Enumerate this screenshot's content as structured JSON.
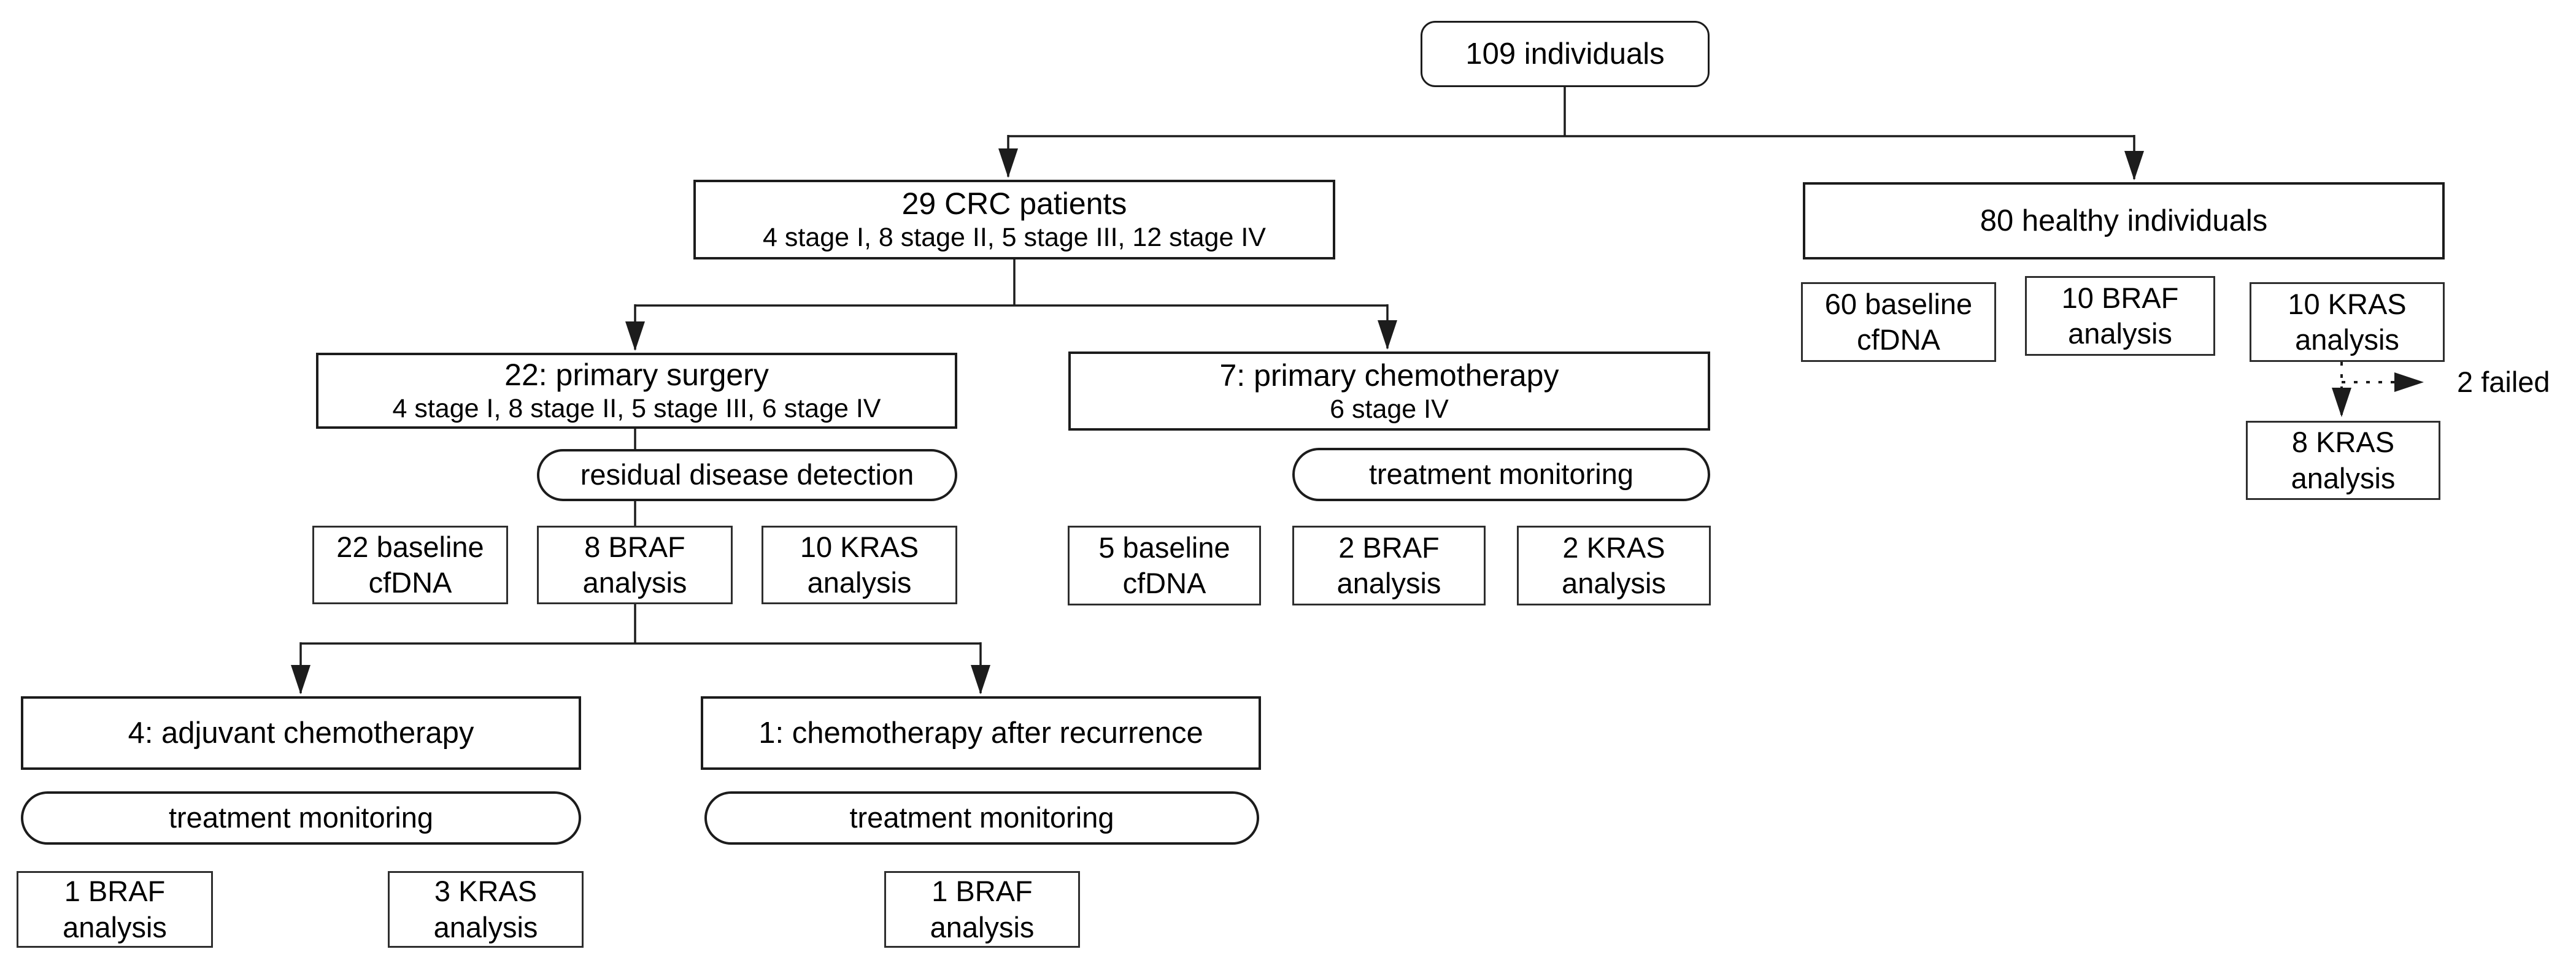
{
  "title": "Patient cohort flow diagram",
  "colors": {
    "background": "#ffffff",
    "line": "#1c1c1c",
    "box_border": "#1c1c1c",
    "text": "#000000"
  },
  "nodes": {
    "individuals": {
      "label": "109 individuals"
    },
    "crc_patients": {
      "title": "29 CRC patients",
      "subtitle": "4 stage I, 8 stage II, 5 stage III, 12 stage IV"
    },
    "healthy": {
      "title": "80 healthy individuals"
    },
    "primary_surgery": {
      "title": "22: primary surgery",
      "subtitle": "4 stage I, 8 stage II, 5 stage III, 6 stage IV"
    },
    "primary_chemo": {
      "title": "7: primary chemotherapy",
      "subtitle": "6 stage IV"
    },
    "residual_detection": {
      "label": "residual disease detection"
    },
    "chemo_monitoring": {
      "label": "treatment monitoring"
    },
    "surgery_baseline": {
      "line1": "22 baseline",
      "line2": "cfDNA"
    },
    "surgery_braf": {
      "line1": "8 BRAF",
      "line2": "analysis"
    },
    "surgery_kras": {
      "line1": "10 KRAS",
      "line2": "analysis"
    },
    "chemo_baseline": {
      "line1": "5 baseline",
      "line2": "cfDNA"
    },
    "chemo_braf": {
      "line1": "2 BRAF",
      "line2": "analysis"
    },
    "chemo_kras": {
      "line1": "2 KRAS",
      "line2": "analysis"
    },
    "healthy_baseline": {
      "line1": "60 baseline",
      "line2": "cfDNA"
    },
    "healthy_braf": {
      "line1": "10 BRAF",
      "line2": "analysis"
    },
    "healthy_kras": {
      "line1": "10 KRAS",
      "line2": "analysis"
    },
    "failed_note": {
      "label": "2 failed"
    },
    "healthy_kras_final": {
      "line1": "8 KRAS",
      "line2": "analysis"
    },
    "adjuvant_chemo": {
      "title": "4: adjuvant chemotherapy"
    },
    "recurrence_chemo": {
      "title": "1: chemotherapy after recurrence"
    },
    "adjuvant_monitoring": {
      "label": "treatment monitoring"
    },
    "recurrence_monitoring": {
      "label": "treatment monitoring"
    },
    "adjuvant_braf": {
      "line1": "1 BRAF",
      "line2": "analysis"
    },
    "adjuvant_kras": {
      "line1": "3 KRAS",
      "line2": "analysis"
    },
    "recurrence_braf": {
      "line1": "1 BRAF",
      "line2": "analysis"
    }
  }
}
